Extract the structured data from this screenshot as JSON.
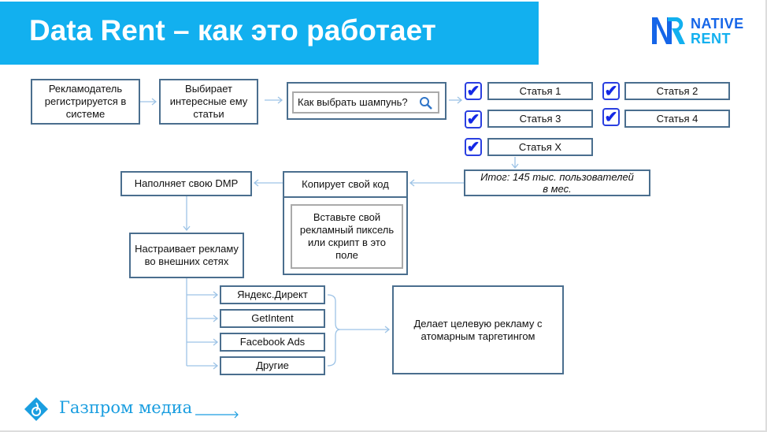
{
  "header": {
    "title": "Data Rent – как это работает"
  },
  "logo": {
    "line1": "NATIVE",
    "line2": "RENT",
    "mark": "NR"
  },
  "steps": {
    "register": "Рекламодатель регистрируется в системе",
    "choose": "Выбирает интересные ему статьи",
    "search_query": "Как выбрать шампунь?",
    "articles": [
      "Статья 1",
      "Статья 2",
      "Статья 3",
      "Статья 4",
      "Статья X"
    ],
    "total_line1": "Итог: 145 тыс. пользователей",
    "total_line2": "в мес.",
    "copy_code": "Копирует свой код",
    "paste_hint": "Вставьте свой рекламный пиксель или скрипт в это поле",
    "dmp": "Наполняет свою DMP",
    "setup": "Настраивает рекламу во внешних сетях",
    "networks": [
      "Яндекс.Директ",
      "GetIntent",
      "Facebook Ads",
      "Другие"
    ],
    "result": "Делает целевую рекламу с атомарным таргетингом"
  },
  "footer": {
    "brand": "Газпром медиа"
  },
  "colors": {
    "header": "#12b0ef",
    "checkbox": "#1428e6",
    "arrow": "#9dc3e6",
    "border": "#4a6e8e"
  }
}
